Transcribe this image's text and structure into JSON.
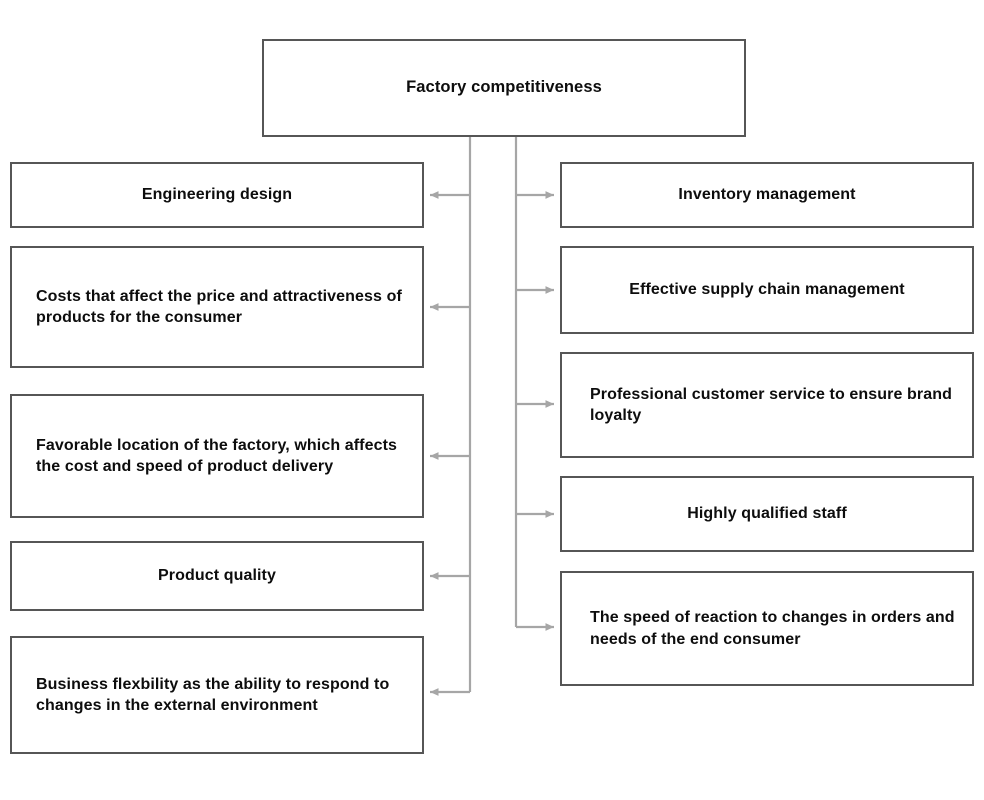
{
  "diagram": {
    "title_node": {
      "label": "Factory competitiveness"
    },
    "left_branch": {
      "nodes": [
        {
          "label": "Engineering design",
          "align": "center"
        },
        {
          "label": "Costs that affect the price and attractiveness of products for the consumer",
          "align": "left"
        },
        {
          "label": "Favorable location of the factory, which affects the cost and speed of product delivery",
          "align": "left"
        },
        {
          "label": "Product quality",
          "align": "center"
        },
        {
          "label": "Business flexbility as the ability to respond to changes in the external environment",
          "align": "left"
        }
      ]
    },
    "right_branch": {
      "nodes": [
        {
          "label": "Inventory management",
          "align": "center"
        },
        {
          "label": "Effective supply chain management",
          "align": "center"
        },
        {
          "label": "Professional customer service to ensure brand loyalty",
          "align": "left"
        },
        {
          "label": "Highly qualified staff",
          "align": "center"
        },
        {
          "label": "The speed of reaction to changes in orders and needs of the end consumer",
          "align": "left"
        }
      ]
    },
    "colors": {
      "box_border": "#565656",
      "connector": "#a6a6a6",
      "text": "#0d0d0d",
      "background": "#ffffff"
    }
  }
}
